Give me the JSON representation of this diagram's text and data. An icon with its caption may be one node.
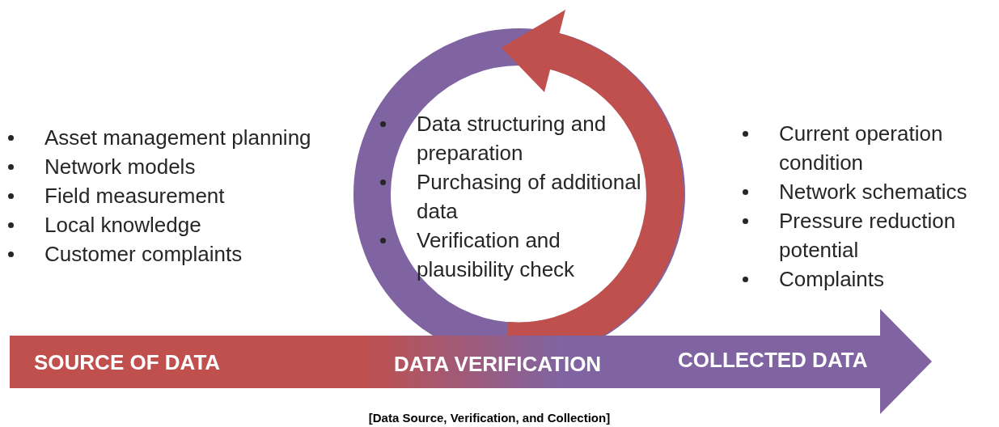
{
  "diagram": {
    "caption": "[Data Source, Verification, and Collection]",
    "labels": [
      "Asset management planning",
      "Network models",
      "Field measurement",
      "Local knowledge",
      "Customer complaints",
      "Data structuring and preparation",
      "Purchasing of additional data",
      "Verification and plausibility check",
      "Current operation condition",
      "Network schematics",
      "Pressure reduction potential",
      "Complaints",
      "SOURCE OF DATA",
      "DATA VERIFICATION",
      "COLLECTED DATA"
    ]
  }
}
